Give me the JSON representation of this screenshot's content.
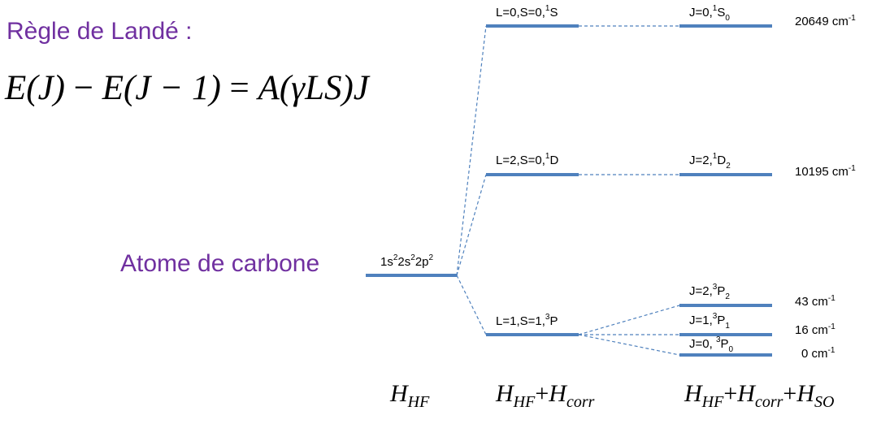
{
  "title": "Règle de Landé :",
  "formula": {
    "lhs_a": "E(J)",
    "minus": "−",
    "lhs_b": "E(J − 1)",
    "equals": "=",
    "rhs": "A(γLS)J"
  },
  "atom_label": "Atome de carbone",
  "config": {
    "base": [
      "1s",
      "2",
      "2s",
      "2",
      "2p",
      "2"
    ]
  },
  "terms": [
    {
      "L": "L=0,S=0,",
      "mult": "1",
      "sym": "S"
    },
    {
      "L": "L=2,S=0,",
      "mult": "1",
      "sym": "D"
    },
    {
      "L": "L=1,S=1,",
      "mult": "3",
      "sym": "P"
    }
  ],
  "levels": [
    {
      "J": "J=0,",
      "mult": "1",
      "sym": "S",
      "sub": "0",
      "energy": "20649 cm",
      "exp": "-1"
    },
    {
      "J": "J=2,",
      "mult": "1",
      "sym": "D",
      "sub": "2",
      "energy": "10195 cm",
      "exp": "-1"
    },
    {
      "J": "J=2,",
      "mult": "3",
      "sym": "P",
      "sub": "2",
      "energy": "43 cm",
      "exp": "-1"
    },
    {
      "J": "J=1,",
      "mult": "3",
      "sym": "P",
      "sub": "1",
      "energy": "16 cm",
      "exp": "-1"
    },
    {
      "J": "J=0, ",
      "mult": "3",
      "sym": "P",
      "sub": "0",
      "energy": "0 cm",
      "exp": "-1"
    }
  ],
  "hamiltonians": {
    "h1": {
      "H": "H",
      "sub": "HF"
    },
    "h2": {
      "H1": "H",
      "sub1": "HF",
      "plus": "+",
      "H2": "H",
      "sub2": "corr"
    },
    "h3": {
      "H1": "H",
      "sub1": "HF",
      "plus1": "+",
      "H2": "H",
      "sub2": "corr",
      "plus2": "+",
      "H3": "H",
      "sub3": "SO"
    }
  },
  "colors": {
    "level": "#4f81bd",
    "dashed": "#4f81bd",
    "accent": "#7030a0"
  }
}
